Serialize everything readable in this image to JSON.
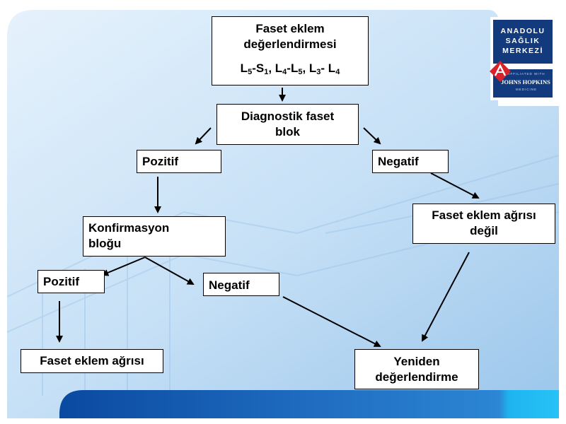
{
  "logo": {
    "brand_line1": "ANADOLU",
    "brand_line2": "SAĞLIK",
    "brand_line3": "MERKEZİ",
    "affiliation": "AFFILIATED WITH",
    "partner": "JOHNS HOPKINS",
    "partner_sub": "MEDICINE",
    "icon": "anadolu-a-logo-icon"
  },
  "flowchart": {
    "start": {
      "line1": "Faset eklem",
      "line2": "değerlendirmesi",
      "levels": {
        "L1": "L",
        "s1": "5",
        "dash1": "-S",
        "s2": "1",
        "comma1": ", L",
        "s3": "4",
        "dash2": "-L",
        "s4": "5",
        "comma2": ", L",
        "s5": "3",
        "dash3": "- L",
        "s6": "4"
      }
    },
    "diagnostic_block": {
      "line1": "Diagnostik faset",
      "line2": "blok"
    },
    "positive_1": "Pozitif",
    "negative_1": "Negatif",
    "confirmation_block": {
      "line1": "Konfirmasyon",
      "line2": "bloğu"
    },
    "not_facet_pain": {
      "line1": "Faset eklem ağrısı",
      "line2": "değil"
    },
    "positive_2": "Pozitif",
    "negative_2": "Negatif",
    "facet_pain": "Faset eklem ağrısı",
    "reevaluation": {
      "line1": "Yeniden",
      "line2": "değerlendirme"
    }
  },
  "colors": {
    "panel_light": "#dcecfa",
    "panel_mid": "#bcdaf3",
    "band_dark": "#0b4fa6",
    "band_mid": "#2a78c8",
    "band_accent": "#1eb4f0",
    "logo_navy": "#123a7d",
    "logo_red": "#d8232a"
  }
}
